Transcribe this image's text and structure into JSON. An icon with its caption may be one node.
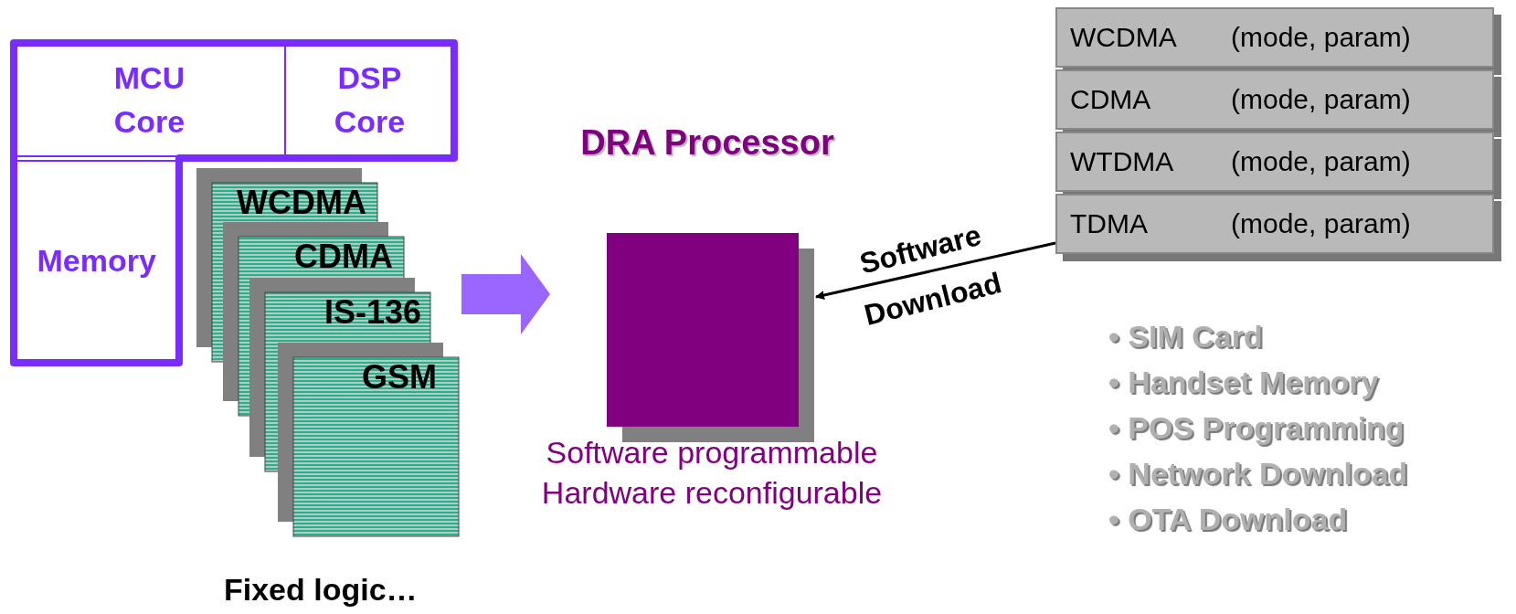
{
  "diagram": {
    "nodes": [
      {
        "text": [
          "MCU Core"
        ]
      },
      {
        "text": [
          "DSP Core"
        ]
      },
      {
        "text": [
          "Memory"
        ]
      },
      {
        "text": [
          "WCDMA"
        ]
      },
      {
        "text": [
          "CDMA"
        ]
      },
      {
        "text": [
          "IS-136"
        ]
      },
      {
        "text": [
          "GSM"
        ]
      },
      {
        "text": [],
        "shape": "box",
        "beside": [
          "DRA Processor",
          "Software programmable Hardware reconfigurable"
        ]
      },
      {
        "text": [],
        "shape": "box"
      },
      {
        "text": [
          "WCDMA",
          "(mode, param)"
        ],
        "in": 8
      },
      {
        "text": [
          "CDMA",
          "(mode, param)"
        ],
        "in": 8
      },
      {
        "text": [
          "WTDMA",
          "(mode, param)"
        ],
        "in": 8
      },
      {
        "text": [
          "TDMA",
          "(mode, param)"
        ],
        "in": 8
      }
    ],
    "edges": [
      {
        "from": 5,
        "to": 7,
        "arrow": "to",
        "style": "thick",
        "color": "#9966ff"
      },
      {
        "from": 8,
        "to": 7,
        "arrow": "to",
        "label": "Software Download"
      }
    ],
    "labels": [
      "Fixed logic…",
      "• SIM Card",
      "• Handset Memory",
      "• POS Programming",
      "• Network Download",
      "• OTA Download"
    ]
  }
}
